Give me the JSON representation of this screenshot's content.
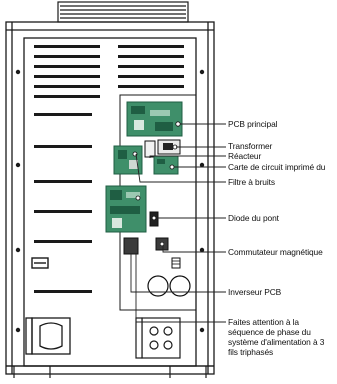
{
  "labels": {
    "pcb_principal": "PCB principal",
    "transformer": "Transformer",
    "reacteur": "Réacteur",
    "carte_circuit": "Carte de circuit imprimé du",
    "filtre_bruits": "Filtre à bruits",
    "diode_pont": "Diode du pont",
    "commutateur": "Commutateur magnétique",
    "inverseur": "Inverseur PCB",
    "phase_note": "Faites attention à la séquence de phase du système d'alimentation à 3 fils triphasés"
  },
  "colors": {
    "outline": "#1a1a1a",
    "pcb_green": "#3f8f6a",
    "pcb_dark": "#1f5e43",
    "callout": "#222222"
  }
}
